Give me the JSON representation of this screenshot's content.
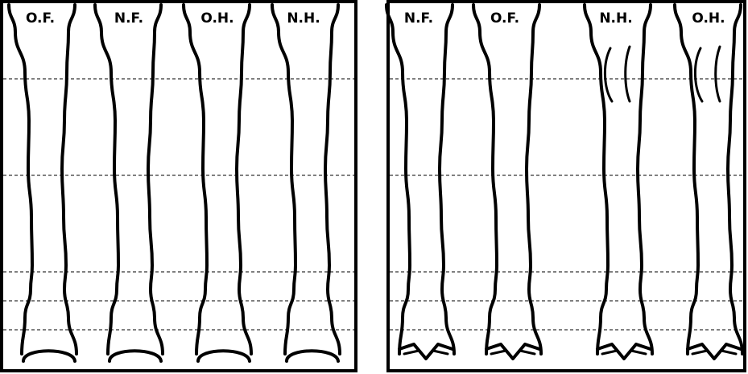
{
  "panels": [
    {
      "name": "left-panel",
      "labels": [
        "O.F.",
        "N.F.",
        "O.H.",
        "N.H."
      ],
      "hoof": "flat"
    },
    {
      "name": "right-panel",
      "labels": [
        "N.F.",
        "O.F.",
        "N.H.",
        "O.H."
      ],
      "hoof": "notched"
    }
  ],
  "hock_marks": [
    false,
    false,
    true,
    true
  ],
  "colors": {
    "line": "#000000",
    "background": "#ffffff"
  }
}
